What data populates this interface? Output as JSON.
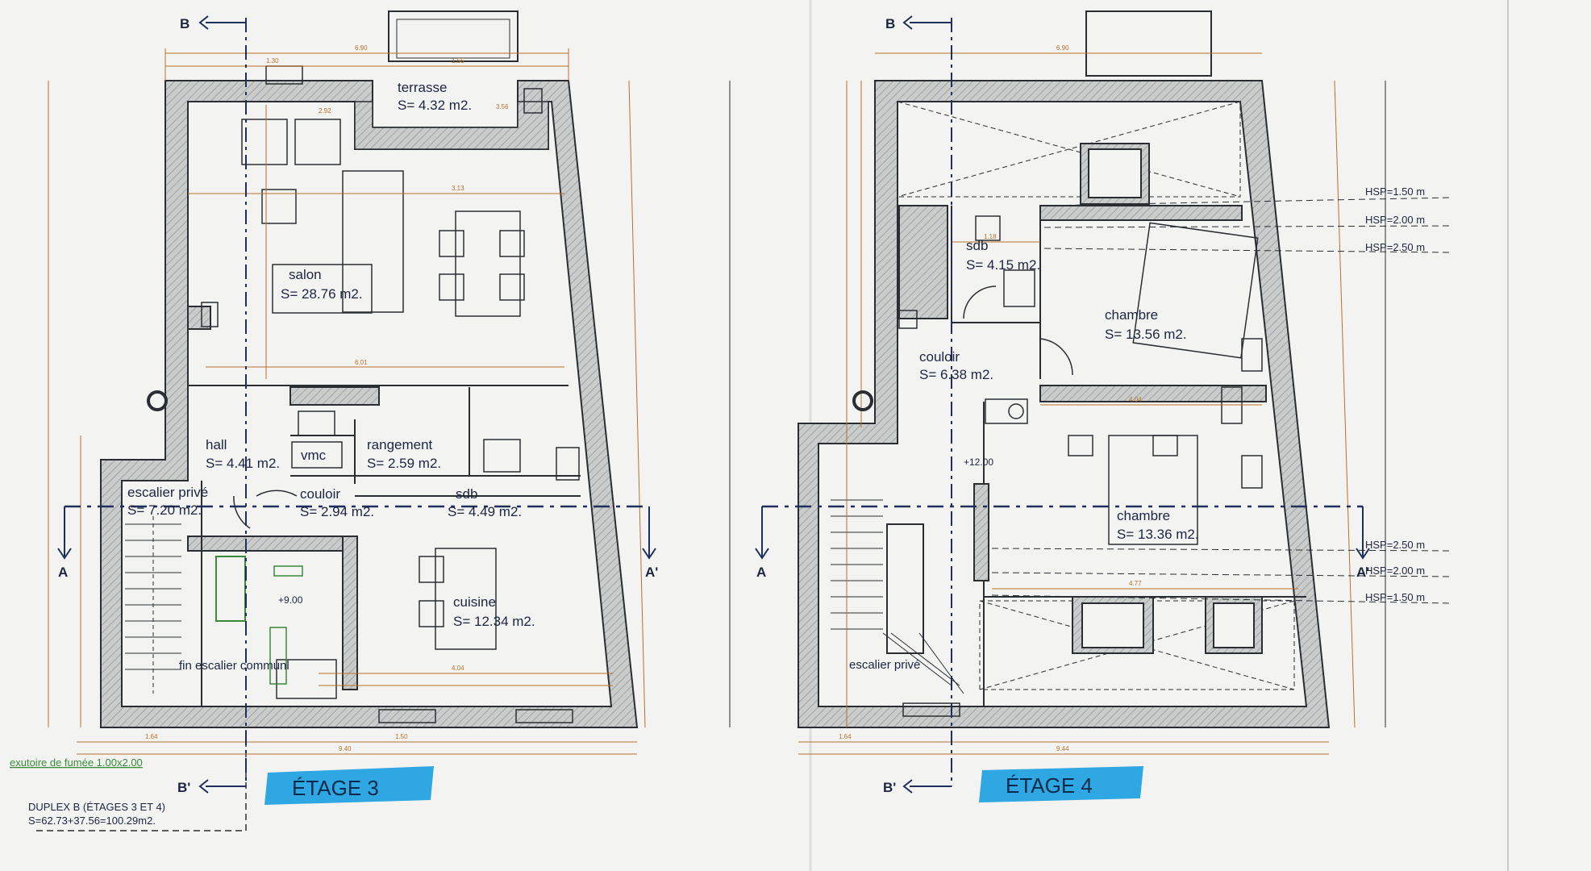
{
  "floors": [
    {
      "badge": "ÉTAGE 3",
      "rooms": [
        {
          "name": "terrasse",
          "area": "S= 4.32 m2."
        },
        {
          "name": "salon",
          "area": "S= 28.76 m2."
        },
        {
          "name": "hall",
          "area": "S= 4.41 m2."
        },
        {
          "name": "vmc",
          "area": ""
        },
        {
          "name": "rangement",
          "area": "S= 2.59 m2."
        },
        {
          "name": "escalier privé",
          "area": "S= 7.20 m2."
        },
        {
          "name": "couloir",
          "area": "S= 2.94 m2."
        },
        {
          "name": "sdb",
          "area": "S= 4.49 m2."
        },
        {
          "name": "cuisine",
          "area": "S= 12.34 m2."
        },
        {
          "name": "fin escalier communl",
          "area": ""
        }
      ],
      "elevation": "+9.00",
      "cut_labels": {
        "b_top": "B",
        "b_bottom": "B'",
        "a_left": "A",
        "a_right": "A'"
      }
    },
    {
      "badge": "ÉTAGE 4",
      "rooms": [
        {
          "name": "sdb",
          "area": "S= 4.15 m2."
        },
        {
          "name": "chambre",
          "area": "S= 13.56 m2."
        },
        {
          "name": "couloir",
          "area": "S= 6.38 m2."
        },
        {
          "name": "chambre",
          "area": "S= 13.36 m2."
        },
        {
          "name": "escalier privé",
          "area": ""
        }
      ],
      "elevation": "+12.00",
      "cut_labels": {
        "b_top": "B",
        "b_bottom": "B'",
        "a_left": "A",
        "a_right": "A'"
      },
      "hsp_top": [
        "HSP=1.50 m",
        "HSP=2.00 m",
        "HSP=2.50 m"
      ],
      "hsp_bottom": [
        "HSP=2.50 m",
        "HSP=2.00 m",
        "HSP=1.50 m"
      ]
    }
  ],
  "notes": {
    "exutoire": "exutoire de fumée 1.00x2.00",
    "duplex_line1": "DUPLEX B (ÉTAGES 3 ET 4)",
    "duplex_line2": "S=62.73+37.56=100.29m2."
  },
  "colors": {
    "wall_fill": "#c4c7c6",
    "wall_stroke": "#2a2e33",
    "dimension": "#b8702c",
    "cut_line": "#1f2e5c",
    "badge_fill": "#2fa7e2",
    "annotation": "#3a8a3a"
  }
}
